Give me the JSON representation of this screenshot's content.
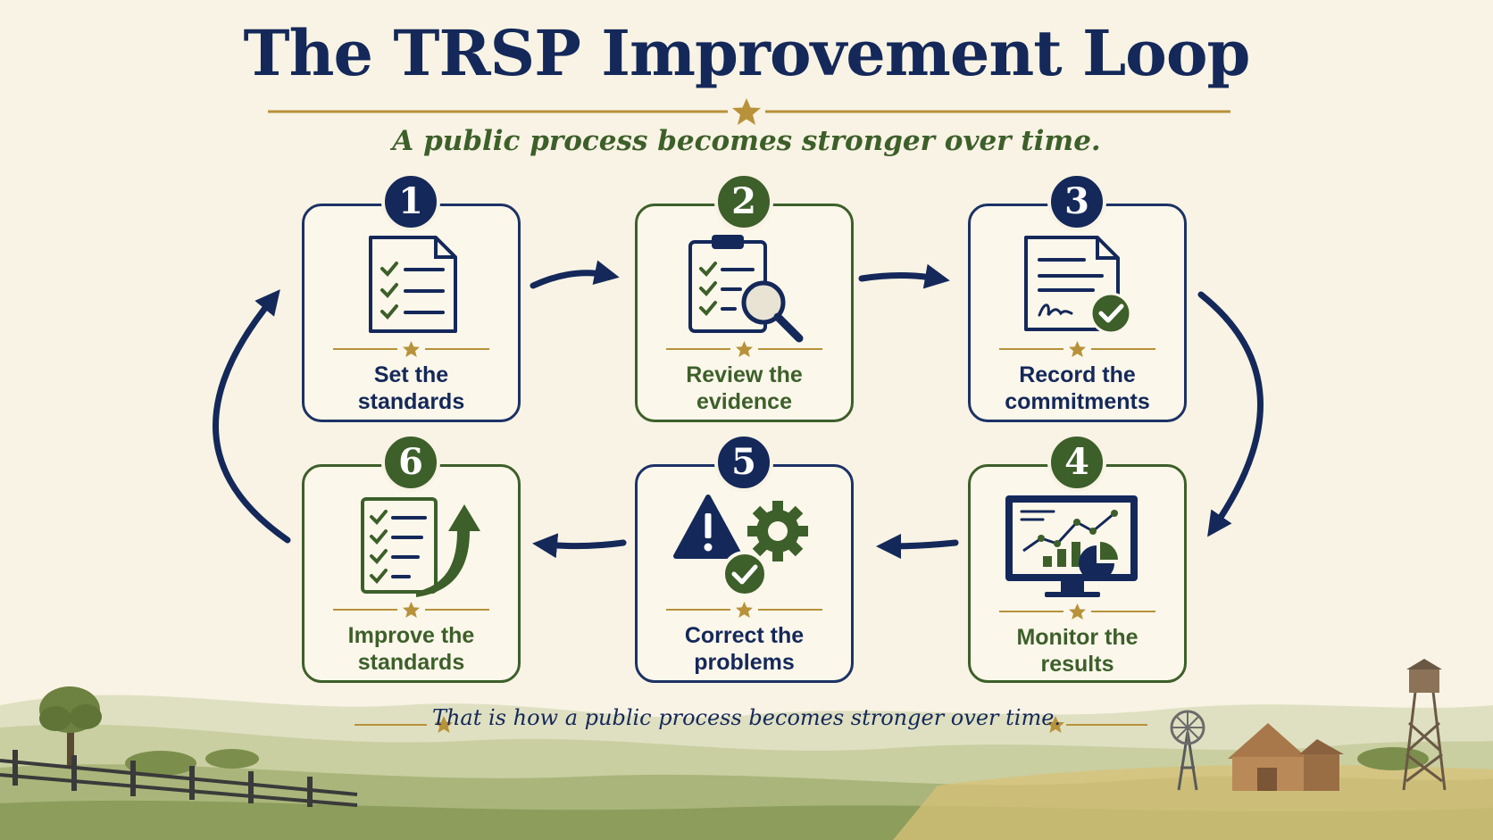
{
  "title": "The TRSP Improvement Loop",
  "subtitle": "A public process becomes stronger over time.",
  "footer": "That is how a public process becomes stronger over time.",
  "colors": {
    "navy": "#14285a",
    "green": "#3d5f2a",
    "gold": "#b8923a",
    "background": "#f8f3e4"
  },
  "steps": [
    {
      "number": "1",
      "line1": "Set the",
      "line2": "standards",
      "icon": "checklist-document-icon",
      "accent": "navy"
    },
    {
      "number": "2",
      "line1": "Review the",
      "line2": "evidence",
      "icon": "clipboard-magnifier-icon",
      "accent": "green"
    },
    {
      "number": "3",
      "line1": "Record the",
      "line2": "commitments",
      "icon": "signed-document-icon",
      "accent": "navy"
    },
    {
      "number": "4",
      "line1": "Monitor the",
      "line2": "results",
      "icon": "monitor-chart-icon",
      "accent": "green"
    },
    {
      "number": "5",
      "line1": "Correct the",
      "line2": "problems",
      "icon": "warning-gear-check-icon",
      "accent": "navy"
    },
    {
      "number": "6",
      "line1": "Improve the",
      "line2": "standards",
      "icon": "checklist-up-arrow-icon",
      "accent": "green"
    }
  ]
}
